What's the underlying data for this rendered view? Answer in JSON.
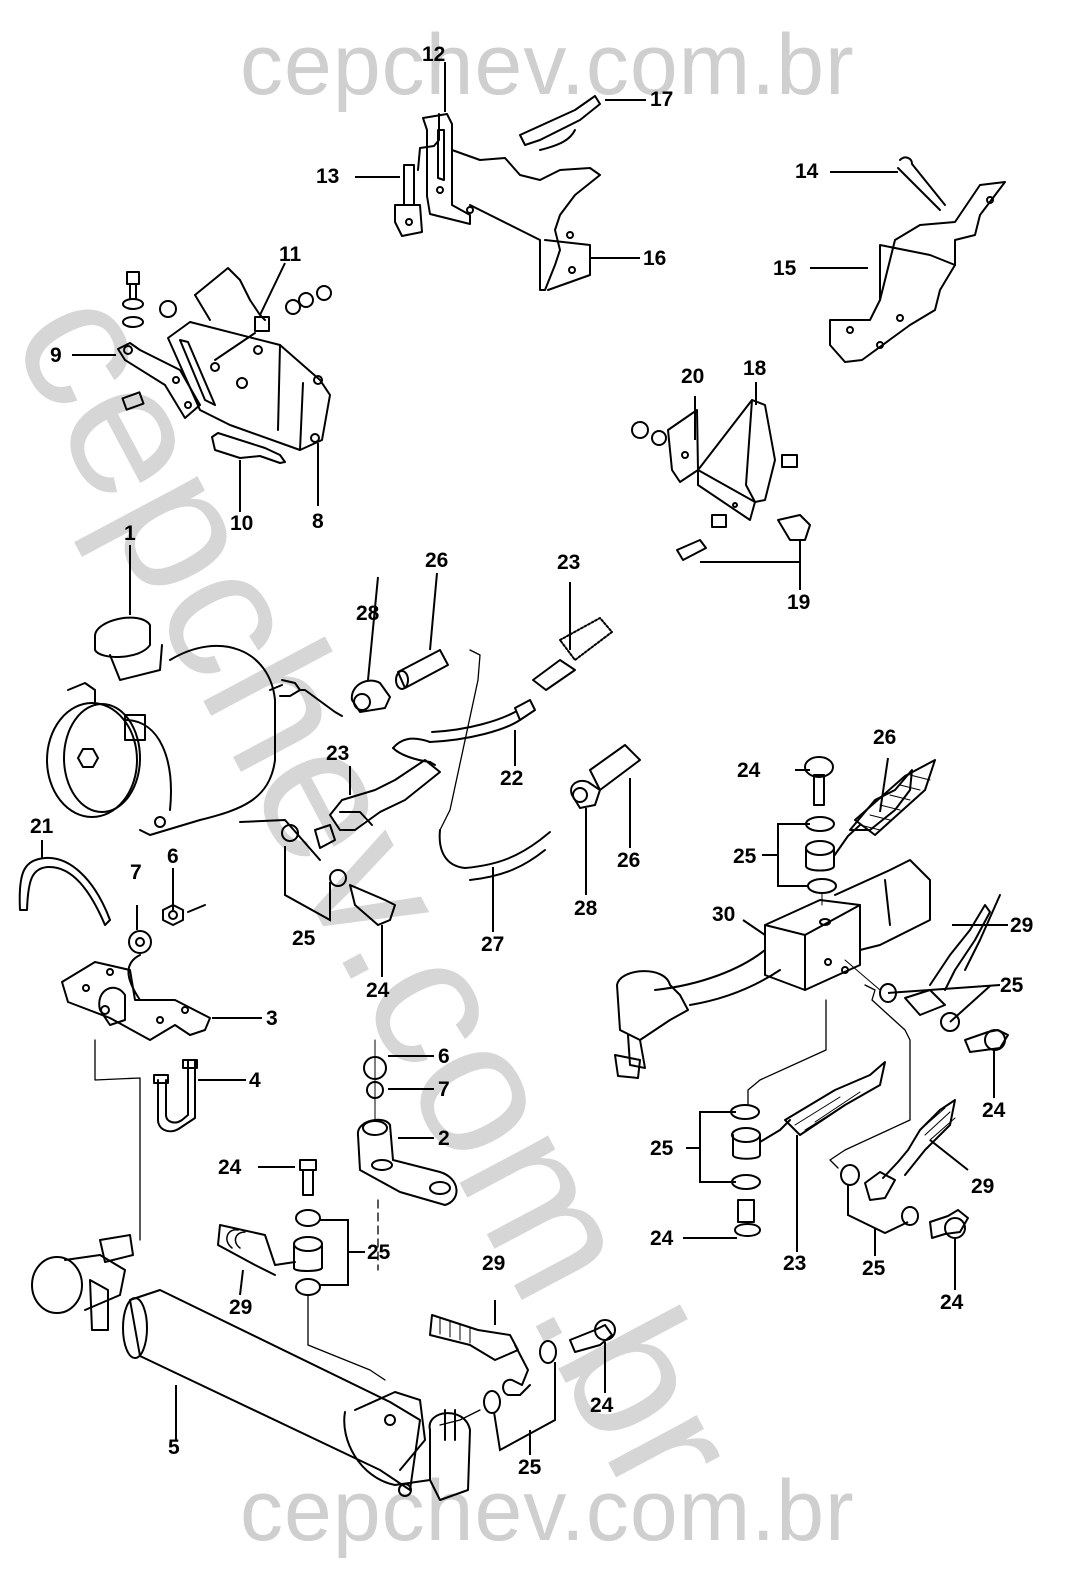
{
  "watermark": {
    "top": "cepchev.com.br",
    "bottom": "cepchev.com.br",
    "diagonal": "cepchev.com.br"
  },
  "diagram": {
    "type": "exploded-parts-diagram",
    "subject": "power steering assembly (pump, brackets, hoses, cylinder, control valve)",
    "callouts": [
      {
        "id": "c1",
        "text": "1"
      },
      {
        "id": "c2",
        "text": "2"
      },
      {
        "id": "c3",
        "text": "3"
      },
      {
        "id": "c4",
        "text": "4"
      },
      {
        "id": "c5",
        "text": "5"
      },
      {
        "id": "c6a",
        "text": "6"
      },
      {
        "id": "c6b",
        "text": "6"
      },
      {
        "id": "c7a",
        "text": "7"
      },
      {
        "id": "c7b",
        "text": "7"
      },
      {
        "id": "c8",
        "text": "8"
      },
      {
        "id": "c9",
        "text": "9"
      },
      {
        "id": "c10",
        "text": "10"
      },
      {
        "id": "c11",
        "text": "11"
      },
      {
        "id": "c12",
        "text": "12"
      },
      {
        "id": "c13",
        "text": "13"
      },
      {
        "id": "c14",
        "text": "14"
      },
      {
        "id": "c15",
        "text": "15"
      },
      {
        "id": "c16",
        "text": "16"
      },
      {
        "id": "c17",
        "text": "17"
      },
      {
        "id": "c18",
        "text": "18"
      },
      {
        "id": "c19",
        "text": "19"
      },
      {
        "id": "c20",
        "text": "20"
      },
      {
        "id": "c21",
        "text": "21"
      },
      {
        "id": "c22",
        "text": "22"
      },
      {
        "id": "c23a",
        "text": "23"
      },
      {
        "id": "c23b",
        "text": "23"
      },
      {
        "id": "c23c",
        "text": "23"
      },
      {
        "id": "c24a",
        "text": "24"
      },
      {
        "id": "c24b",
        "text": "24"
      },
      {
        "id": "c24c",
        "text": "24"
      },
      {
        "id": "c24d",
        "text": "24"
      },
      {
        "id": "c24e",
        "text": "24"
      },
      {
        "id": "c24f",
        "text": "24"
      },
      {
        "id": "c24g",
        "text": "24"
      },
      {
        "id": "c25a",
        "text": "25"
      },
      {
        "id": "c25b",
        "text": "25"
      },
      {
        "id": "c25c",
        "text": "25"
      },
      {
        "id": "c25d",
        "text": "25"
      },
      {
        "id": "c25e",
        "text": "25"
      },
      {
        "id": "c25f",
        "text": "25"
      },
      {
        "id": "c25g",
        "text": "25"
      },
      {
        "id": "c26a",
        "text": "26"
      },
      {
        "id": "c26b",
        "text": "26"
      },
      {
        "id": "c26c",
        "text": "26"
      },
      {
        "id": "c27",
        "text": "27"
      },
      {
        "id": "c28a",
        "text": "28"
      },
      {
        "id": "c28b",
        "text": "28"
      },
      {
        "id": "c29a",
        "text": "29"
      },
      {
        "id": "c29b",
        "text": "29"
      },
      {
        "id": "c29c",
        "text": "29"
      },
      {
        "id": "c29d",
        "text": "29"
      },
      {
        "id": "c30",
        "text": "30"
      }
    ]
  },
  "colors": {
    "ink": "#000000",
    "watermark": "#cfcfcf",
    "background": "#ffffff"
  }
}
